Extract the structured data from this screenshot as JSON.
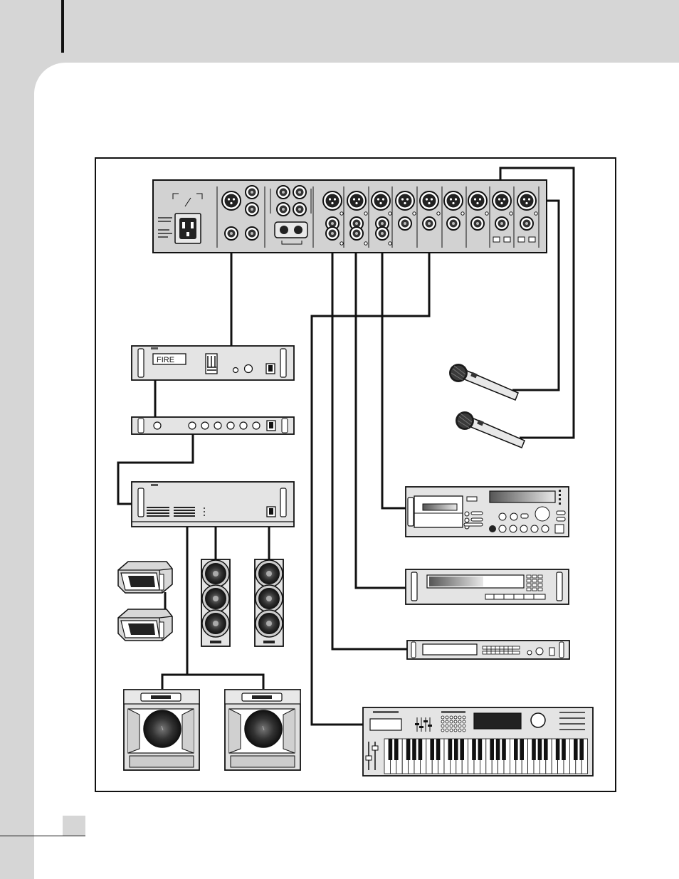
{
  "processor_panel": {
    "display_text": "FIRE"
  },
  "colors": {
    "page_band": "#d6d6d6",
    "sheet": "#ffffff",
    "line": "#111111",
    "panel_fill": "#d2d2d2",
    "device_fill": "#e4e4e4"
  },
  "icons": [
    "mixer-rear-panel",
    "power-inlet",
    "xlr-jack",
    "rca-jack",
    "handheld-microphone",
    "rack-amplifier",
    "tower-speaker",
    "monitor-wedge",
    "subwoofer-cabinet",
    "cd-player",
    "tape-deck",
    "synthesizer-keyboard"
  ]
}
